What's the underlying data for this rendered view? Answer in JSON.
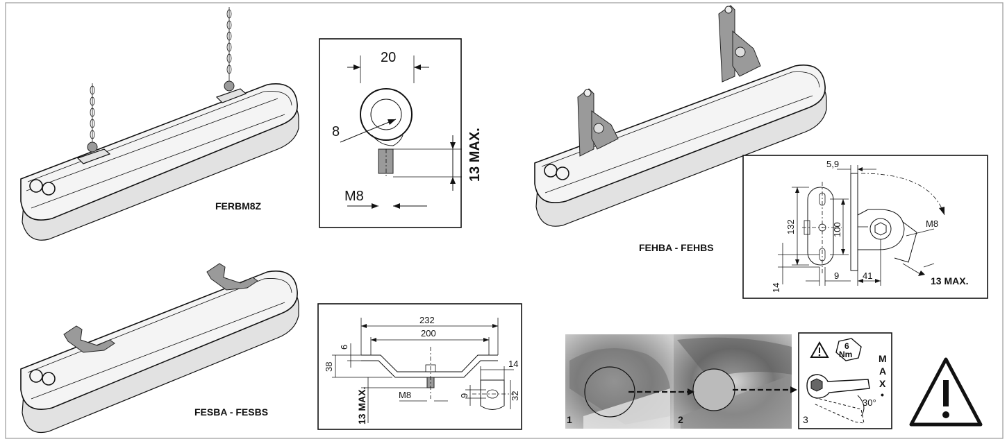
{
  "products": {
    "chain": "FERBM8Z",
    "bracket_flat": "FESBA - FESBS",
    "bracket_hinge": "FEHBA - FEHBS"
  },
  "eyebolt": {
    "width": "20",
    "hole": "8",
    "thread": "M8",
    "max_length": "13 MAX."
  },
  "flat_bracket": {
    "overall": "232",
    "centers": "200",
    "thickness": "6",
    "height": "38",
    "thread": "M8",
    "max_length": "13 MAX.",
    "tab_width": "14",
    "slot": "9",
    "tab_height": "32"
  },
  "hinge_bracket": {
    "thickness": "5,9",
    "overall_height": "132",
    "center_height": "100",
    "slot": "14",
    "offset": "9",
    "reach": "41",
    "thread": "M8",
    "max_length": "13 MAX."
  },
  "steps": {
    "step1": "1",
    "step2": "2",
    "step3": "3",
    "torque_value": "6",
    "torque_unit": "Nm",
    "max_m": "M",
    "max_a": "A",
    "max_x": "X",
    "max_dot": "•",
    "angle": "30°"
  }
}
